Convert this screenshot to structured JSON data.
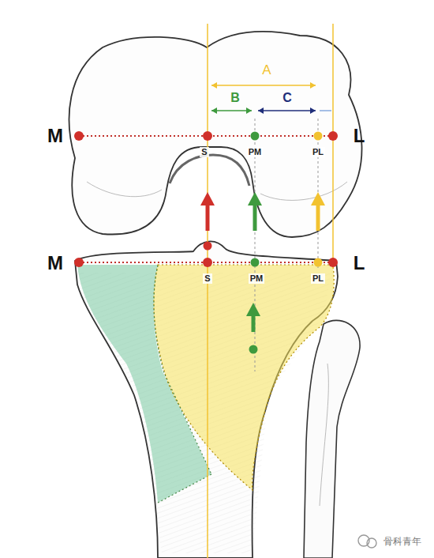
{
  "diagram": {
    "labels": [
      "A",
      "B",
      "C",
      "M",
      "S",
      "PM",
      "PL",
      "L",
      "M",
      "S",
      "PM",
      "PL",
      "L",
      "骨科青年"
    ]
  }
}
